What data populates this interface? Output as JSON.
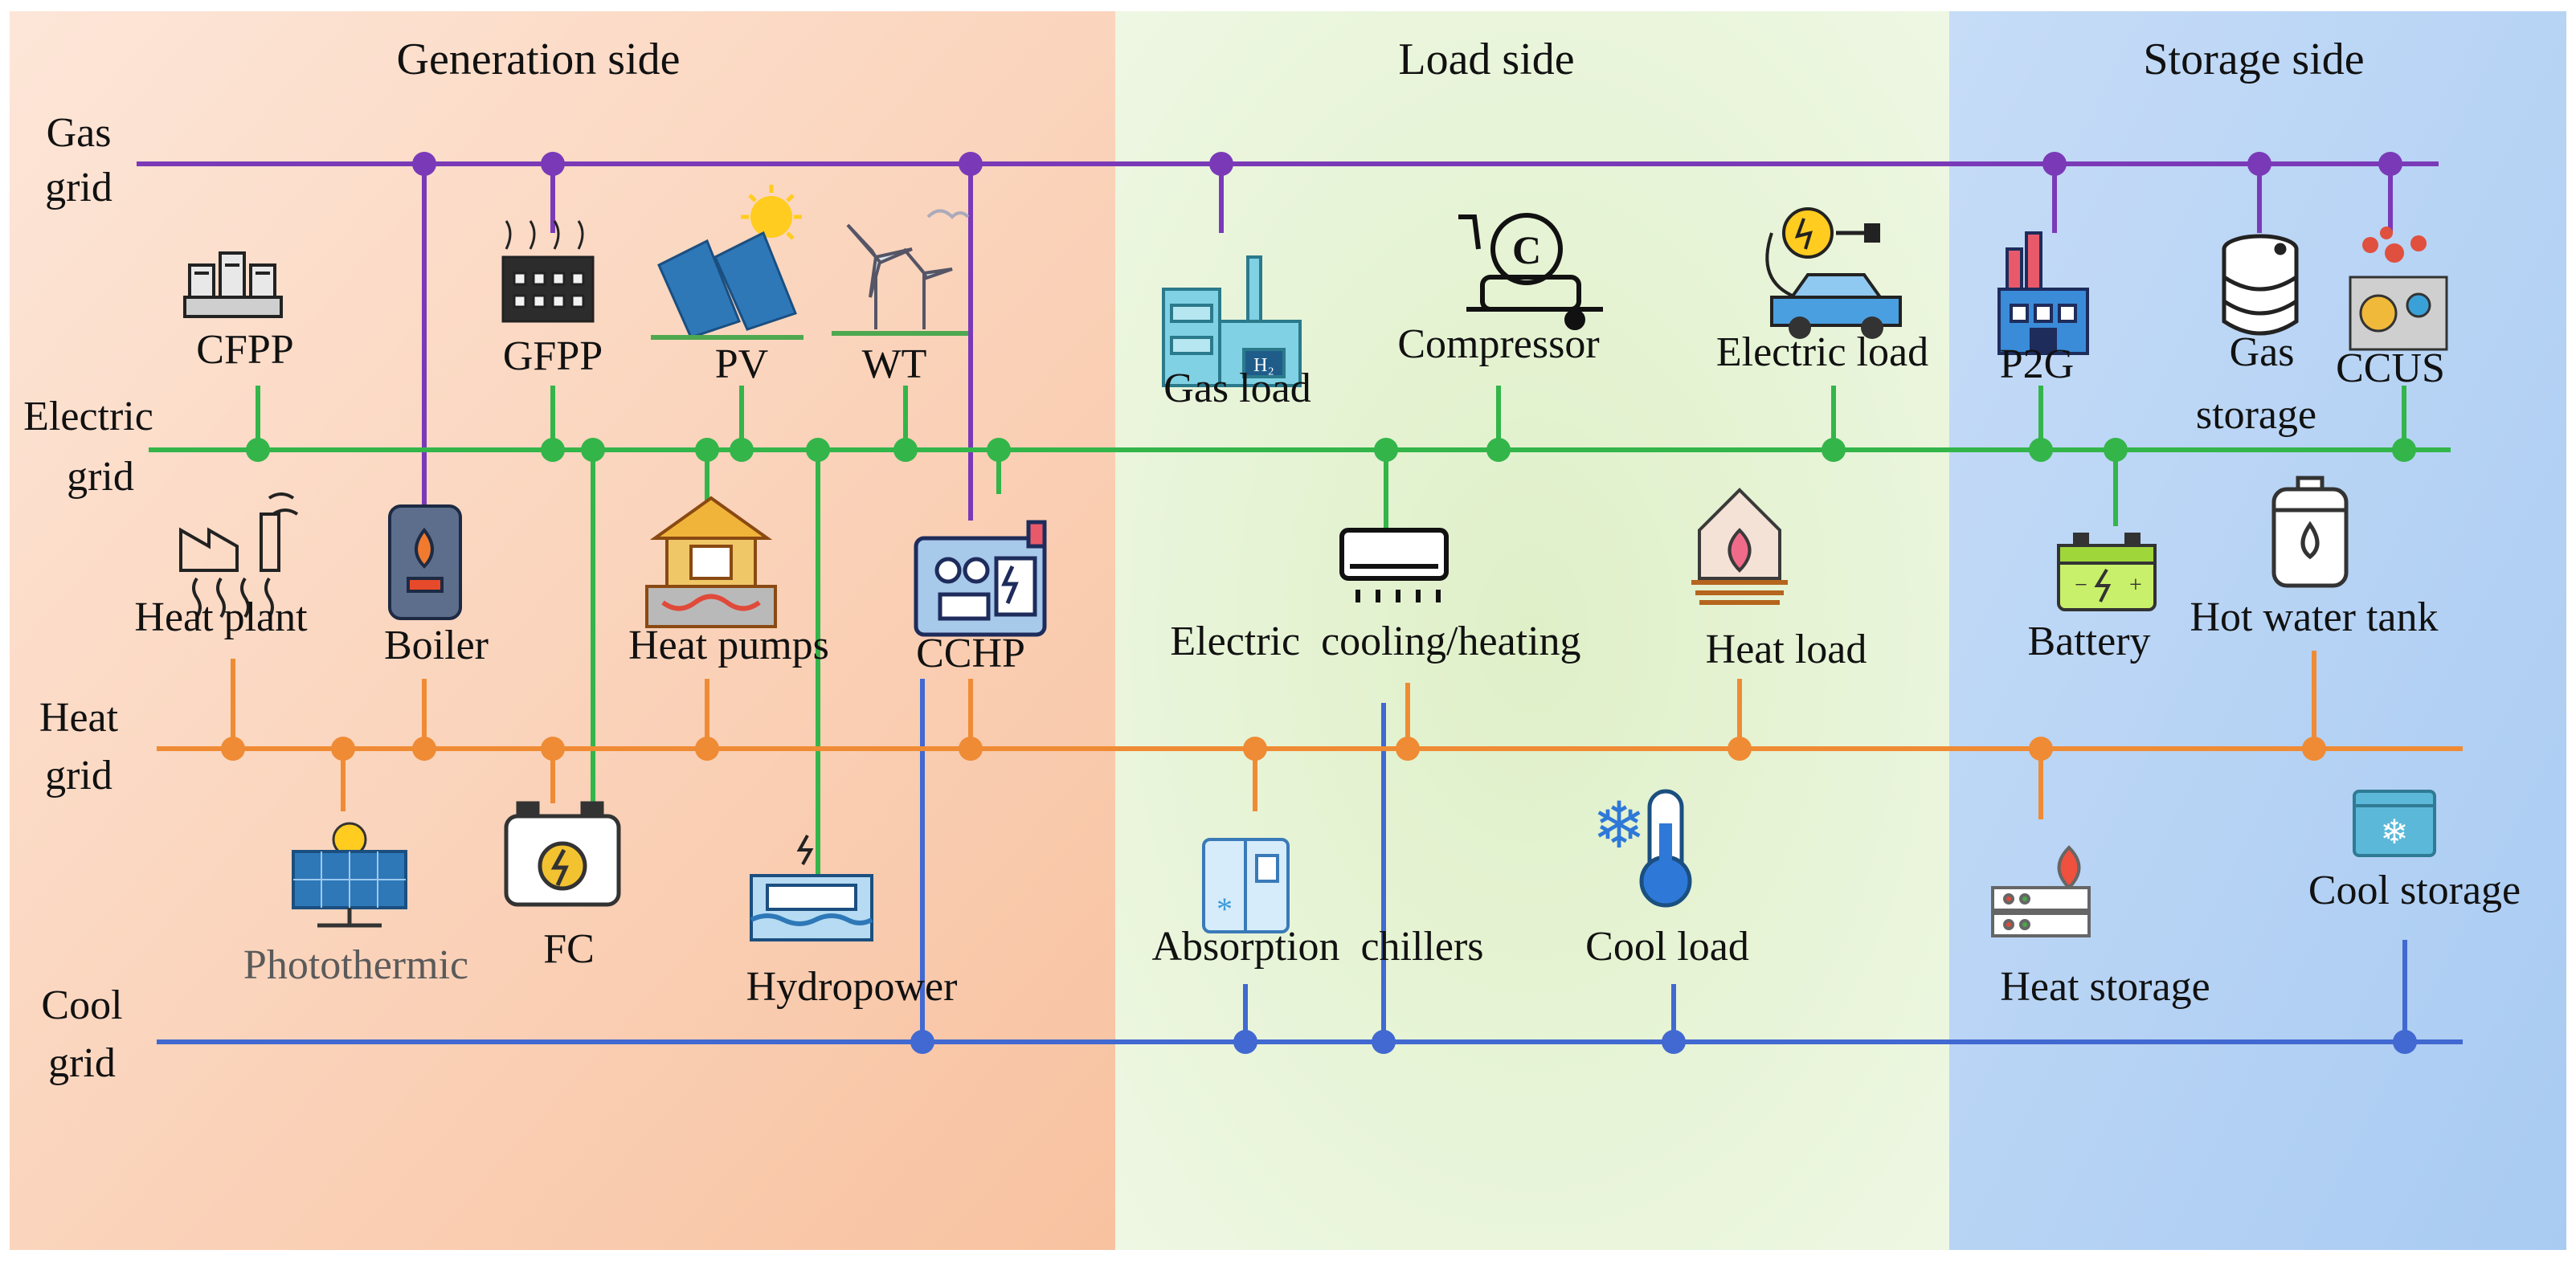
{
  "sections": [
    {
      "id": "generation",
      "label": "Generation side"
    },
    {
      "id": "load",
      "label": "Load side"
    },
    {
      "id": "storage",
      "label": "Storage side"
    }
  ],
  "grids": [
    {
      "id": "gas",
      "line1": "Gas",
      "line2": "grid",
      "color": "#7a3ab8"
    },
    {
      "id": "electric",
      "line1": "Electric",
      "line2": "grid",
      "color": "#33b54a"
    },
    {
      "id": "heat",
      "line1": "Heat",
      "line2": "grid",
      "color": "#ef8b35"
    },
    {
      "id": "cool",
      "line1": "Cool",
      "line2": "grid",
      "color": "#4169d1"
    }
  ],
  "components": {
    "cfpp": "CFPP",
    "gfpp": "GFPP",
    "pv": "PV",
    "wt": "WT",
    "gas_load": "Gas load",
    "compressor": "Compressor",
    "electric_load": "Electric load",
    "p2g": "P2G",
    "gas_storage_1": "Gas",
    "gas_storage_2": "storage",
    "ccus": "CCUS",
    "heat_plant": "Heat plant",
    "boiler": "Boiler",
    "heat_pumps": "Heat pumps",
    "cchp": "CCHP",
    "electric_cooling": "Electric  cooling/heating",
    "heat_load": "Heat load",
    "battery": "Battery",
    "hot_water_tank": "Hot water tank",
    "photothermic": "Photothermic",
    "fc": "FC",
    "hydropower": "Hydropower",
    "absorption_chillers": "Absorption  chillers",
    "cool_load": "Cool load",
    "heat_storage": "Heat storage",
    "cool_storage": "Cool storage"
  },
  "icons": [
    "cfpp-icon",
    "gfpp-icon",
    "solar-panel-icon",
    "wind-turbine-icon",
    "gas-load-icon",
    "compressor-icon",
    "electric-car-icon",
    "p2g-icon",
    "gas-storage-icon",
    "ccus-icon",
    "heat-plant-icon",
    "boiler-icon",
    "heat-pump-icon",
    "cchp-icon",
    "air-conditioner-icon",
    "heat-load-icon",
    "battery-icon",
    "hot-water-tank-icon",
    "photothermic-icon",
    "fuel-cell-icon",
    "hydropower-icon",
    "absorption-chiller-icon",
    "thermometer-icon",
    "heat-storage-icon",
    "cool-storage-icon"
  ]
}
